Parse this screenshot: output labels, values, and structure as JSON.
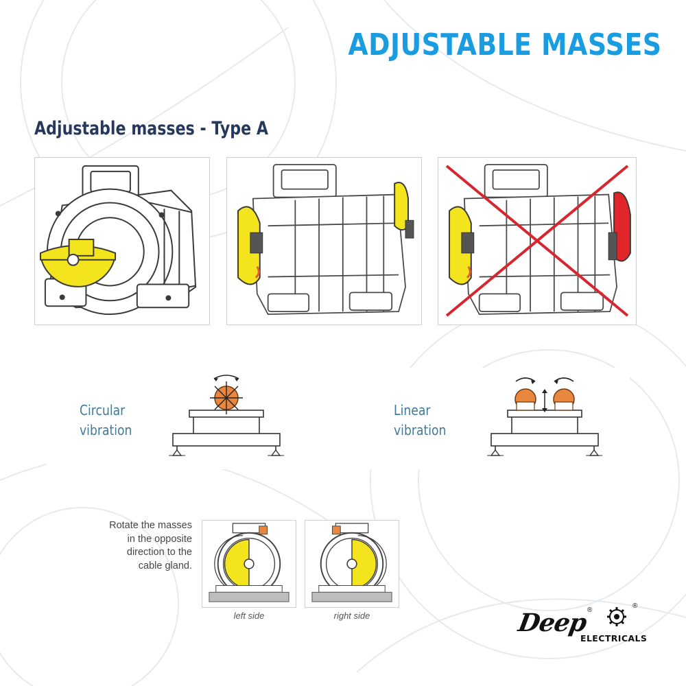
{
  "page": {
    "title": "ADJUSTABLE MASSES",
    "section_heading": "Adjustable masses - Type A"
  },
  "colors": {
    "title": "#1a9ce0",
    "heading": "#27385e",
    "mass_yellow": "#f3e41d",
    "mass_red": "#e0262a",
    "cross_red": "#d8262f",
    "vibration_label": "#3f7a9a",
    "weight_orange": "#e9873f"
  },
  "photos": [
    {
      "name": "vibrator-motor-single-mass",
      "icon": "motor-with-yellow-mass"
    },
    {
      "name": "vibrator-motor-both-masses-aligned",
      "icon": "motor-with-two-yellow-masses"
    },
    {
      "name": "vibrator-motor-incorrect-setting",
      "icon": "motor-with-yellow-and-red-mass-crossed-out"
    }
  ],
  "vibration": {
    "circular": {
      "label": "Circular\nvibration"
    },
    "linear": {
      "label": "Linear\nvibration"
    }
  },
  "instructions": {
    "text": "Rotate the masses\nin the opposite\ndirection to the\ncable gland."
  },
  "sides": {
    "left": {
      "caption": "left side"
    },
    "right": {
      "caption": "right side"
    }
  },
  "brand": {
    "name": "Deep",
    "subtitle": "ELECTRICALS",
    "registered_mark": "®"
  }
}
